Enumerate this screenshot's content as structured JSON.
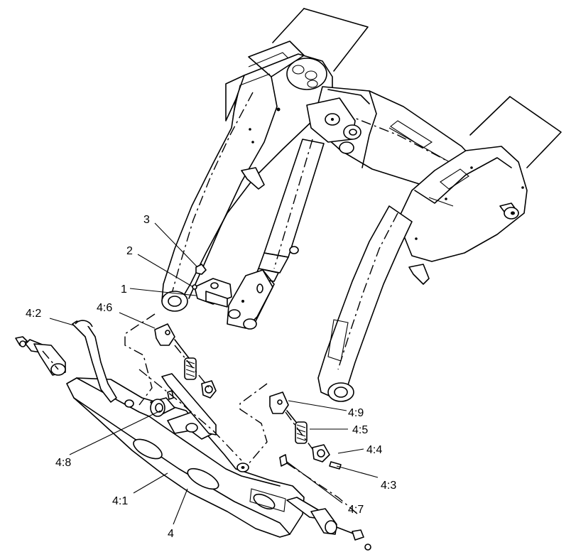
{
  "callouts": [
    {
      "id": "1",
      "text": "1"
    },
    {
      "id": "2",
      "text": "2"
    },
    {
      "id": "3",
      "text": "3"
    },
    {
      "id": "4",
      "text": "4"
    },
    {
      "id": "4-1",
      "text": "4:1"
    },
    {
      "id": "4-2",
      "text": "4:2"
    },
    {
      "id": "4-3",
      "text": "4:3"
    },
    {
      "id": "4-4",
      "text": "4:4"
    },
    {
      "id": "4-5",
      "text": "4:5"
    },
    {
      "id": "4-6",
      "text": "4:6"
    },
    {
      "id": "4-7",
      "text": "4:7"
    },
    {
      "id": "4-8",
      "text": "4:8"
    },
    {
      "id": "4-9",
      "text": "4:9"
    }
  ]
}
